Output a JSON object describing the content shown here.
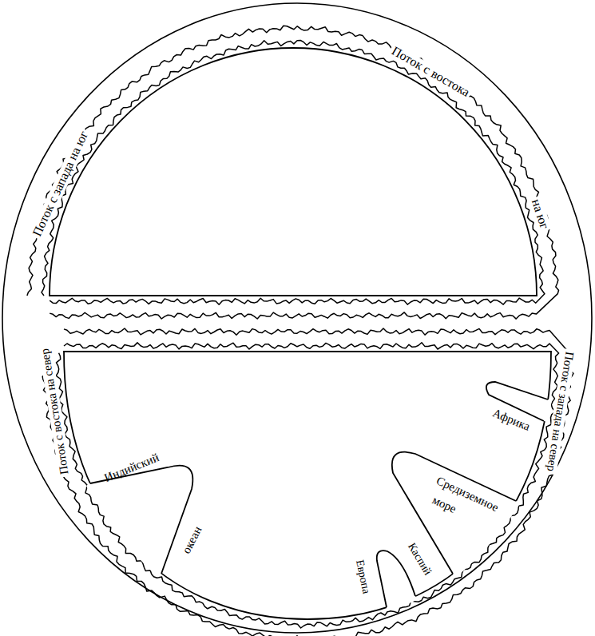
{
  "diagram": {
    "labels": [
      "Поток с востока",
      "на юг",
      "Поток с запада на юг",
      "Поток с запада на север",
      "Африка",
      "Средиземное",
      "море",
      "Индийский",
      "океан",
      "Каспий",
      "Европа",
      "Поток с востока на север"
    ]
  }
}
